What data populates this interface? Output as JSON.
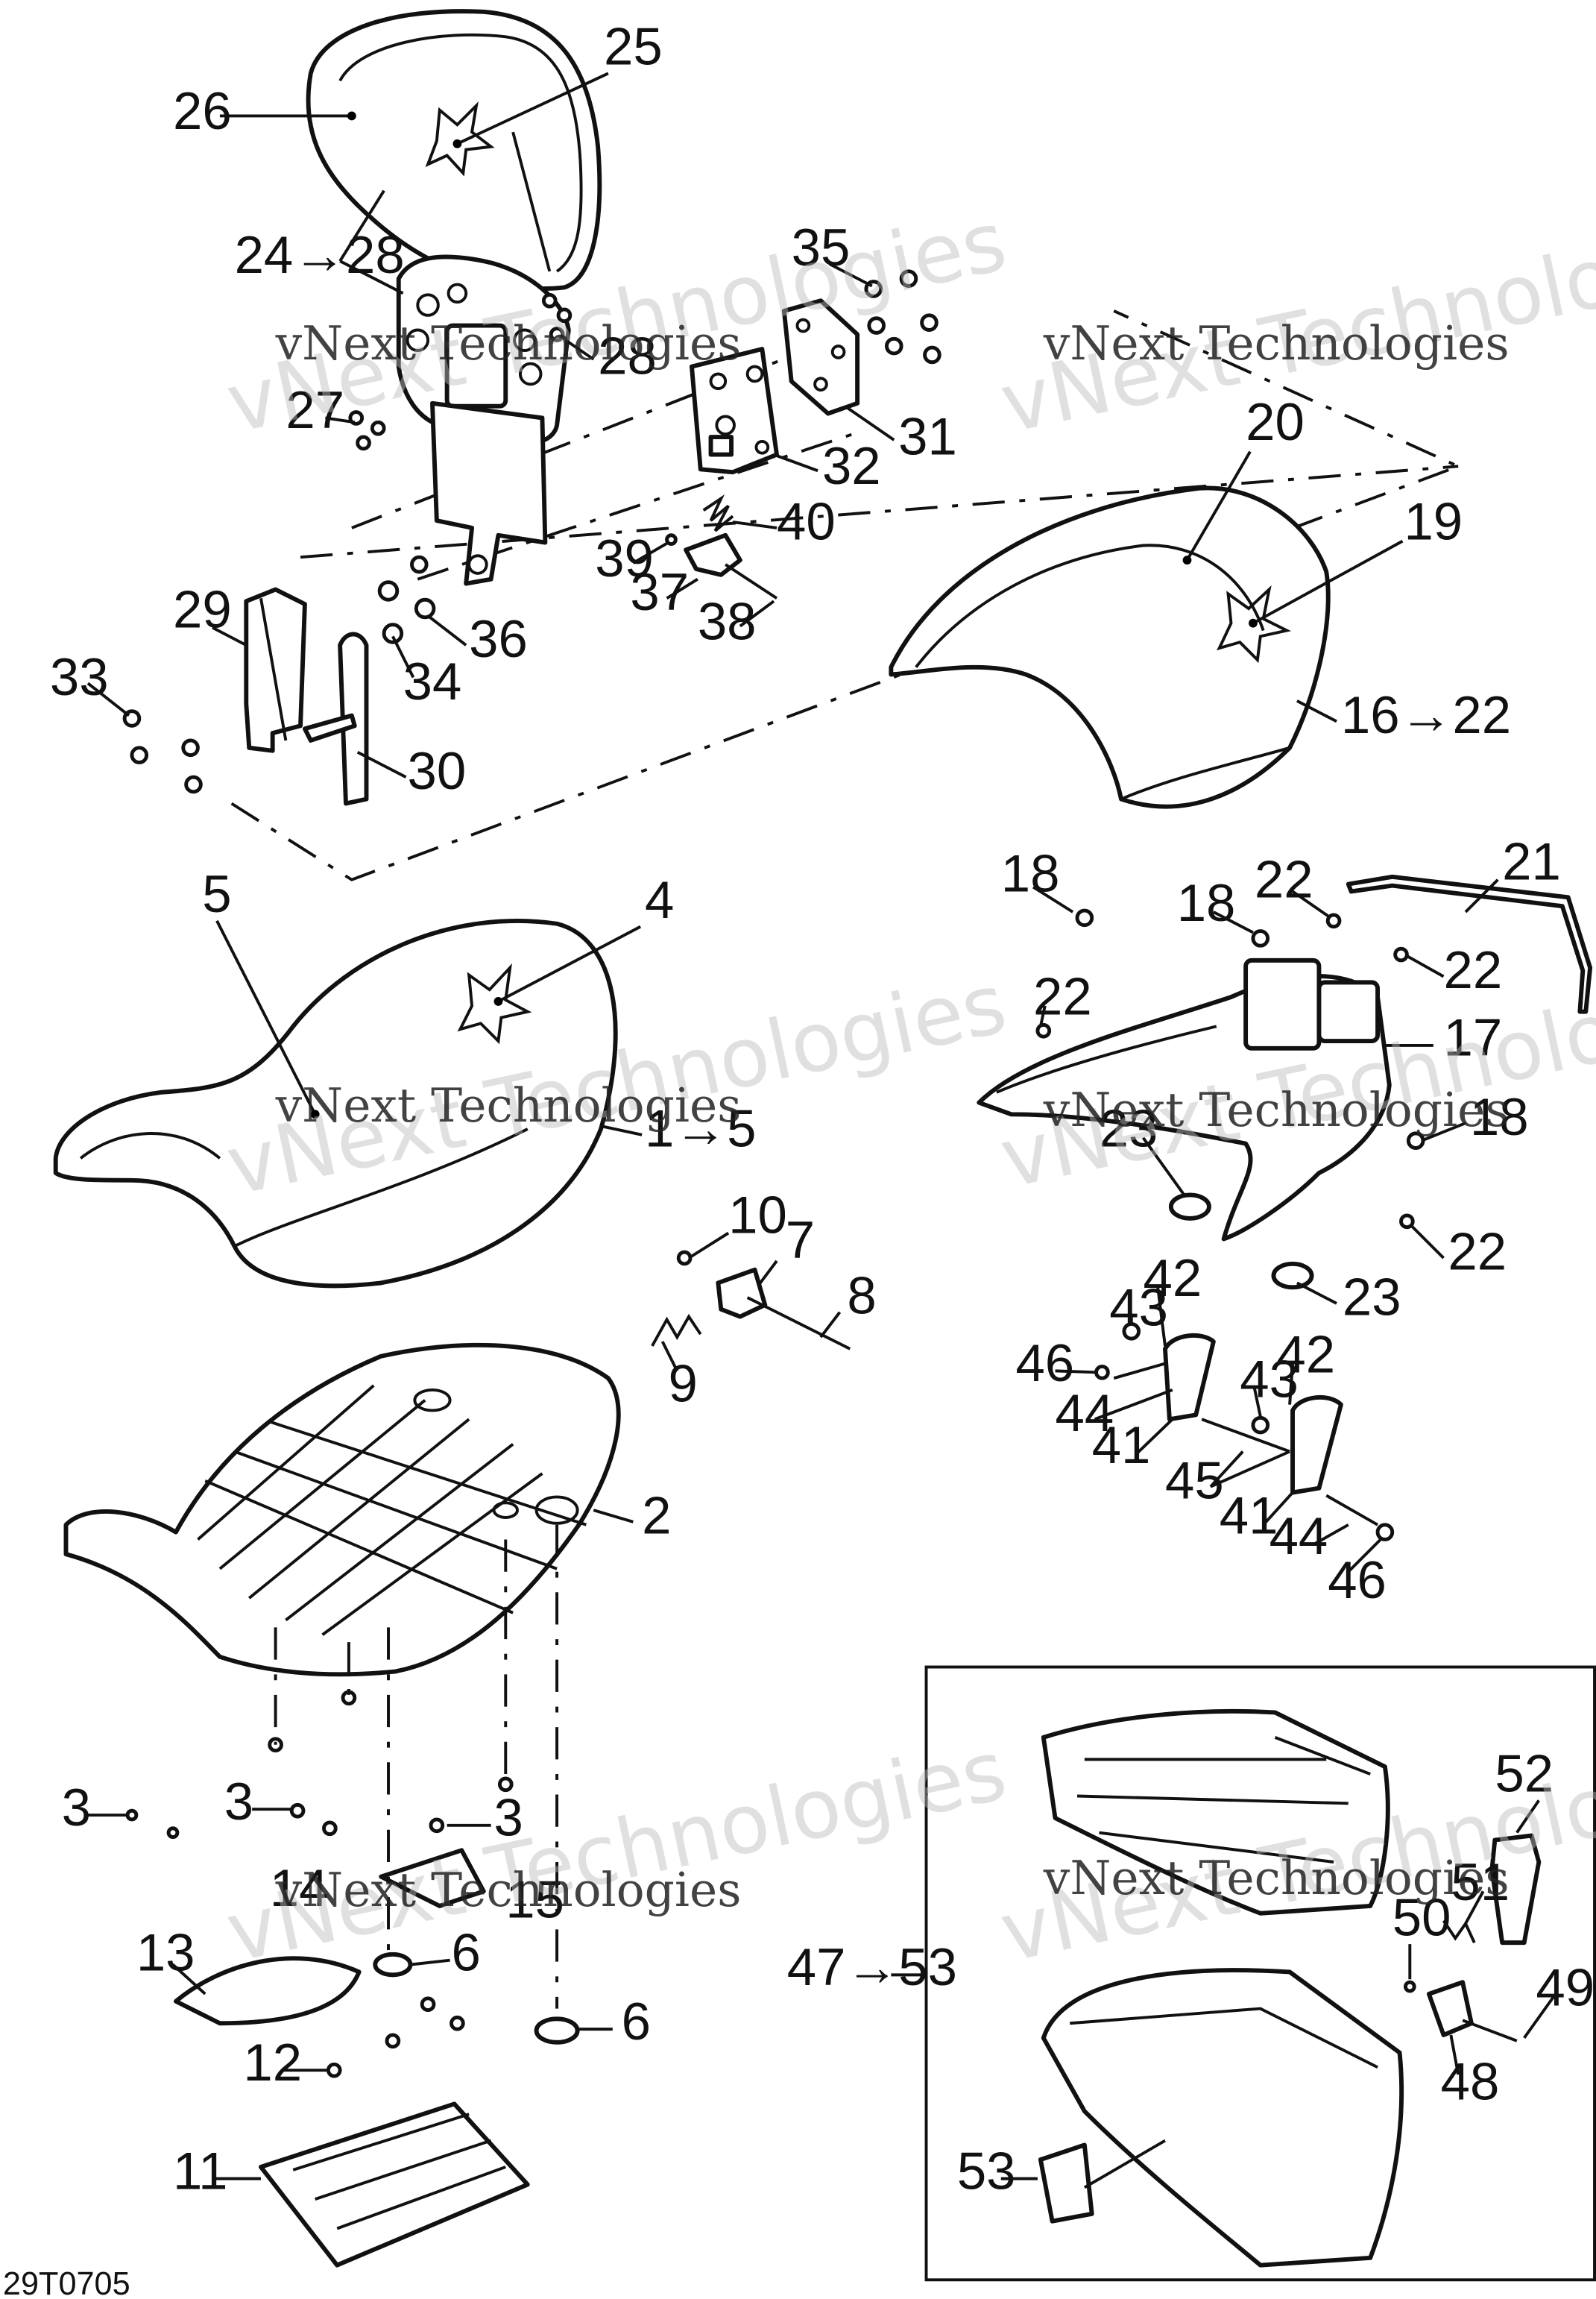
{
  "figure_code": "29T0705",
  "watermark": "vNext Technologies",
  "callouts": {
    "c1_5": "1→5",
    "c2": "2",
    "c3a": "3",
    "c3b": "3",
    "c3c": "3",
    "c4": "4",
    "c5": "5",
    "c6a": "6",
    "c6b": "6",
    "c7": "7",
    "c8": "8",
    "c9": "9",
    "c10": "10",
    "c11": "11",
    "c12": "12",
    "c13": "13",
    "c14": "14",
    "c15": "15",
    "c16_22": "16→22",
    "c17": "17",
    "c18a": "18",
    "c18b": "18",
    "c18c": "18",
    "c19": "19",
    "c20": "20",
    "c21": "21",
    "c22a": "22",
    "c22b": "22",
    "c22c": "22",
    "c22d": "22",
    "c23a": "23",
    "c23b": "23",
    "c24_28": "24→28",
    "c25": "25",
    "c26": "26",
    "c27": "27",
    "c28": "28",
    "c29": "29",
    "c30": "30",
    "c31": "31",
    "c32": "32",
    "c33": "33",
    "c34": "34",
    "c35": "35",
    "c36": "36",
    "c37": "37",
    "c38": "38",
    "c39": "39",
    "c40": "40",
    "c41a": "41",
    "c41b": "41",
    "c42a": "42",
    "c42b": "42",
    "c43a": "43",
    "c43b": "43",
    "c44a": "44",
    "c44b": "44",
    "c45": "45",
    "c46a": "46",
    "c46b": "46",
    "c47_53": "47→53",
    "c48": "48",
    "c49": "49",
    "c50": "50",
    "c51": "51",
    "c52": "52",
    "c53": "53"
  }
}
